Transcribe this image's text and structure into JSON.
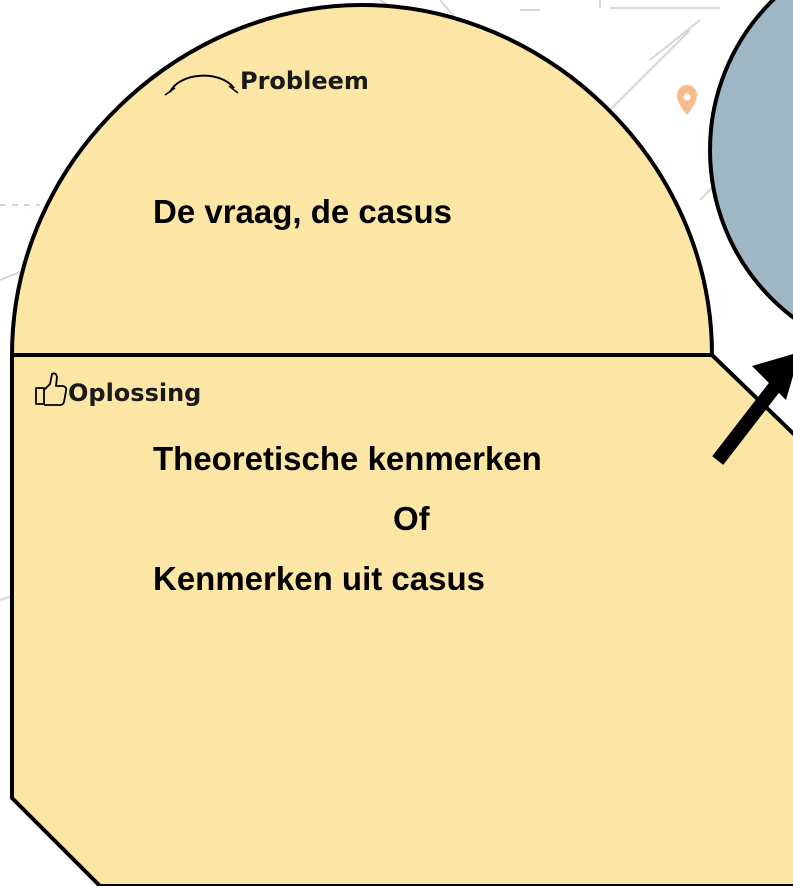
{
  "problem": {
    "label": "Probleem",
    "text": "De vraag, de casus",
    "icon": "arc-icon"
  },
  "solution": {
    "label": "Oplossing",
    "icon": "thumbs-up-icon",
    "lines": [
      "Theoretische kenmerken",
      "Of",
      "Kenmerken uit casus"
    ]
  },
  "colors": {
    "card_fill": "#FCE6A6",
    "card_stroke": "#000000",
    "circle_fill": "#9BB3C2",
    "pin": "#F0A060",
    "background_lines": "#D0D0D0"
  }
}
